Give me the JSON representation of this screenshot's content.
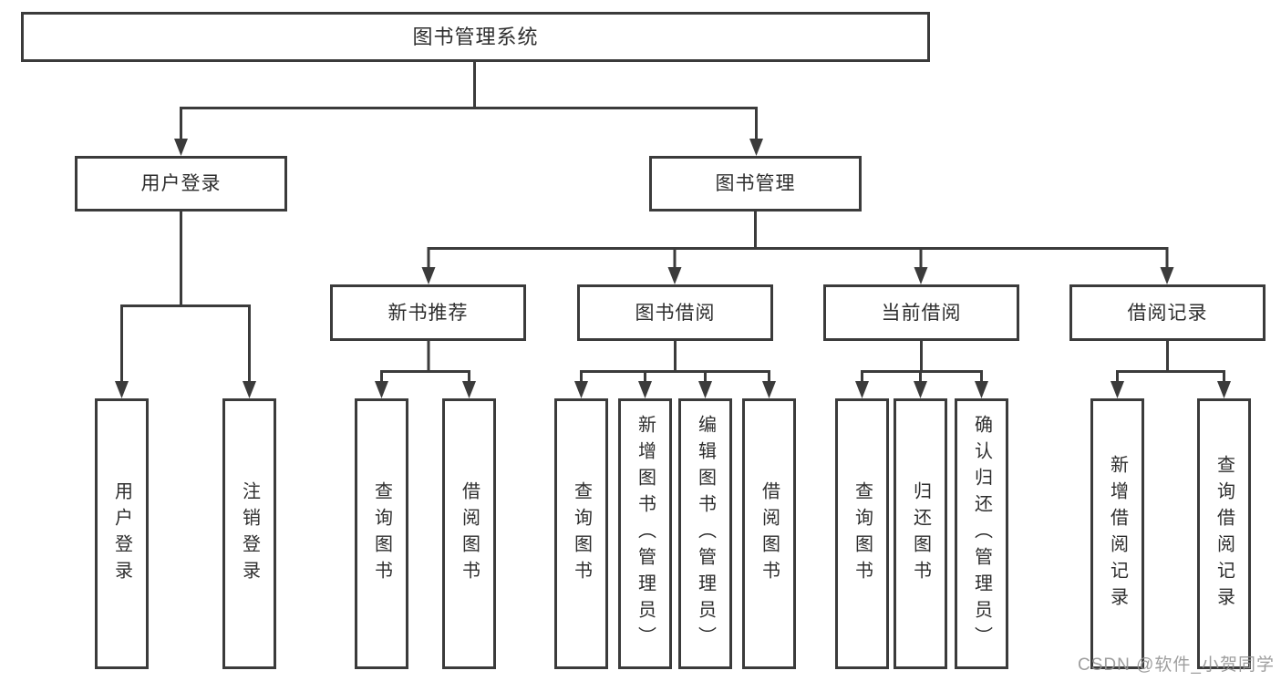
{
  "diagram": {
    "title": "图书管理系统",
    "root": {
      "label": "图书管理系统"
    },
    "level2": [
      {
        "label": "用户登录"
      },
      {
        "label": "图书管理"
      }
    ],
    "level3": [
      {
        "label": "新书推荐"
      },
      {
        "label": "图书借阅"
      },
      {
        "label": "当前借阅"
      },
      {
        "label": "借阅记录"
      }
    ],
    "leaves": [
      {
        "label": "用户登录"
      },
      {
        "label": "注销登录"
      },
      {
        "label": "查询图书"
      },
      {
        "label": "借阅图书"
      },
      {
        "label": "查询图书"
      },
      {
        "label": "新增图书（管理员）"
      },
      {
        "label": "编辑图书（管理员）"
      },
      {
        "label": "借阅图书"
      },
      {
        "label": "查询图书"
      },
      {
        "label": "归还图书"
      },
      {
        "label": "确认归还（管理员）"
      },
      {
        "label": "新增借阅记录"
      },
      {
        "label": "查询借阅记录"
      }
    ]
  },
  "colors": {
    "line": "#3b3b3b",
    "text": "#2e2e2e",
    "watermark": "#949494"
  },
  "watermark": "CSDN @软件_小贺同学"
}
